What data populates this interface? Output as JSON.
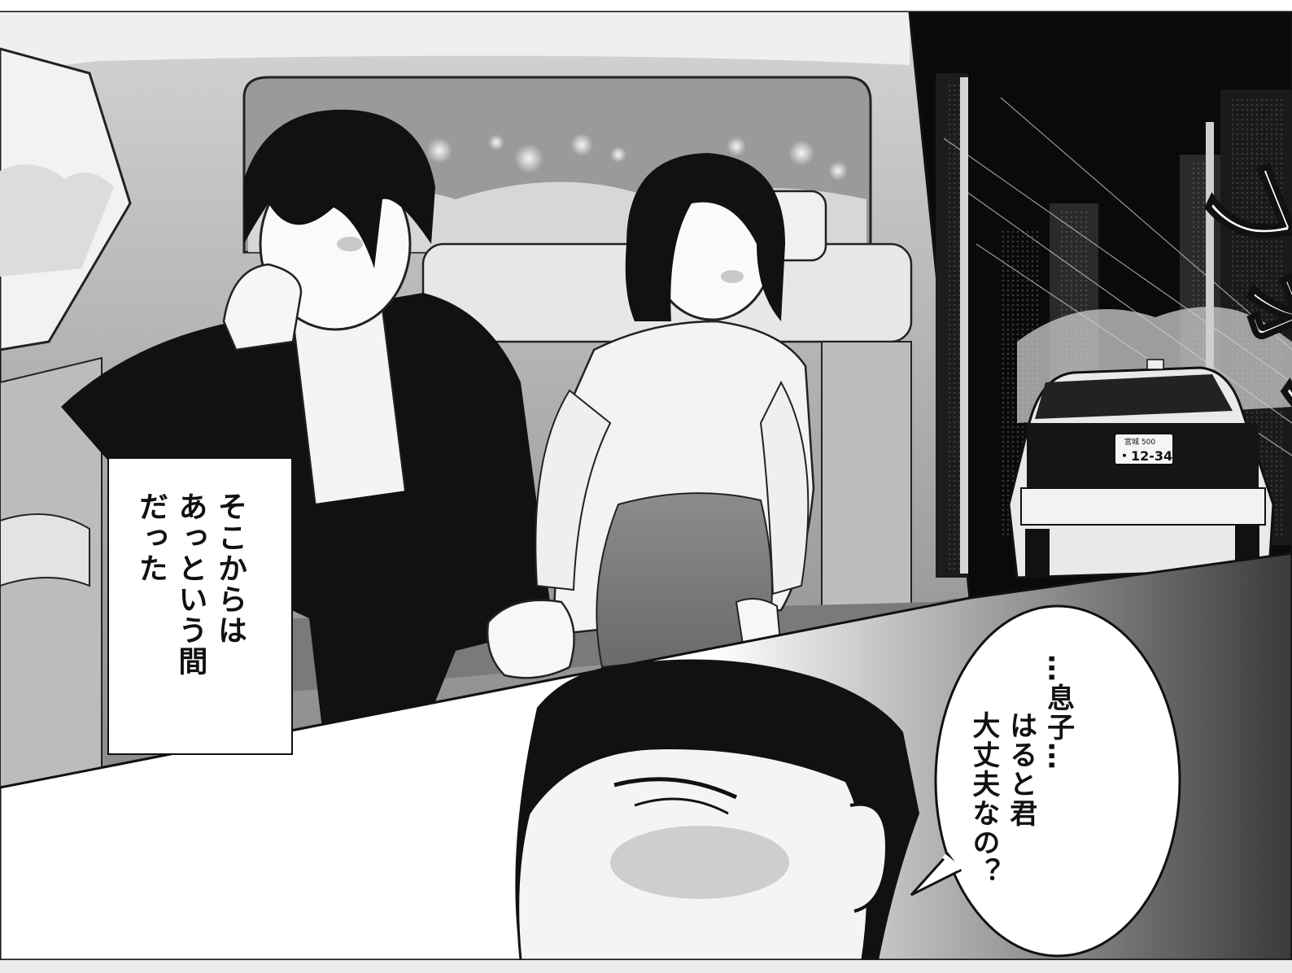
{
  "panels": {
    "caption": {
      "lines": [
        "そこからは",
        "あっという間",
        "だった"
      ]
    },
    "speech": {
      "lines": [
        "…息子…",
        "はると君",
        "大丈夫なの？"
      ]
    },
    "sfx": {
      "text": "ブォンッ"
    },
    "license_plate": {
      "region": "宮城 500",
      "number": "・12-34"
    }
  }
}
